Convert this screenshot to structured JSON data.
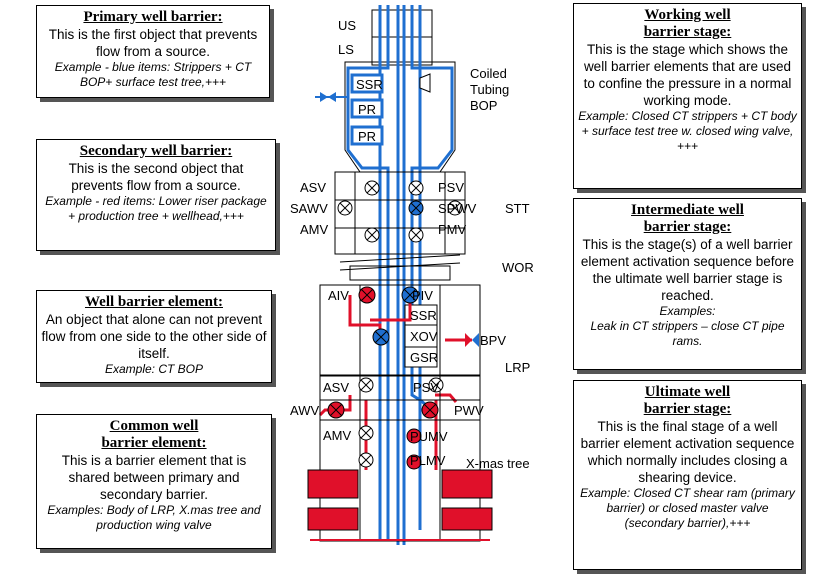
{
  "boxes": {
    "primary": {
      "title": "Primary well barrier:",
      "body": "This is the first object that prevents flow from a source.",
      "example": "Example - blue items: Strippers + CT BOP+ surface test tree,+++"
    },
    "secondary": {
      "title": "Secondary well barrier:",
      "body": "This is the second object that prevents flow from a source.",
      "example": "Example - red items: Lower riser package + production tree + wellhead,+++"
    },
    "element": {
      "title": "Well barrier element:",
      "body": "An object that alone can not prevent flow from one side to the other side of itself.",
      "example": "Example: CT BOP"
    },
    "common": {
      "title_line1": "Common well",
      "title_line2": "barrier element:",
      "body": "This is a barrier element that is shared between primary and secondary barrier.",
      "example": "Examples: Body of LRP, X.mas tree and production wing valve"
    },
    "working": {
      "title_line1": "Working well",
      "title_line2": "barrier stage:",
      "body": "This is the stage which shows the well barrier elements that are used to confine the pressure in a normal working mode.",
      "example": "Example: Closed CT strippers + CT body + surface test tree w. closed wing valve, +++"
    },
    "intermediate": {
      "title_line1": "Intermediate well",
      "title_line2": "barrier stage:",
      "body": "This is the stage(s) of a well barrier element activation sequence before the ultimate well barrier stage is reached.",
      "example_label": "Examples:",
      "example": "Leak in CT strippers – close CT pipe rams."
    },
    "ultimate": {
      "title_line1": "Ultimate well",
      "title_line2": "barrier stage:",
      "body": "This is the final stage of a well barrier element activation sequence which normally includes closing a shearing device.",
      "example": "Example:  Closed CT shear ram (primary barrier) or closed master valve (secondary barrier),+++"
    }
  },
  "diagram_labels": {
    "us": "US",
    "ls": "LS",
    "ssr_top": "SSR",
    "pr1": "PR",
    "pr2": "PR",
    "coiled": "Coiled",
    "tubing": "Tubing",
    "bop": "BOP",
    "asv_top": "ASV",
    "sawv": "SAWV",
    "amv_top": "AMV",
    "psv_top": "PSV",
    "spwv": "SPWV",
    "pmv": "PMV",
    "stt": "STT",
    "wor": "WOR",
    "aiv": "AIV",
    "piv": "PIV",
    "ssr_lrp": "SSR",
    "xov": "XOV",
    "gsr": "GSR",
    "bpv": "BPV",
    "lrp": "LRP",
    "asv_low": "ASV",
    "psv_low": "PSV",
    "awv": "AWV",
    "pwv": "PWV",
    "amv_low": "AMV",
    "pumv": "PUMV",
    "plmv": "PLMV",
    "xmas": "X-mas tree"
  },
  "colors": {
    "primary": "#1f6fd0",
    "secondary": "#e0102a",
    "outline": "#000000"
  }
}
